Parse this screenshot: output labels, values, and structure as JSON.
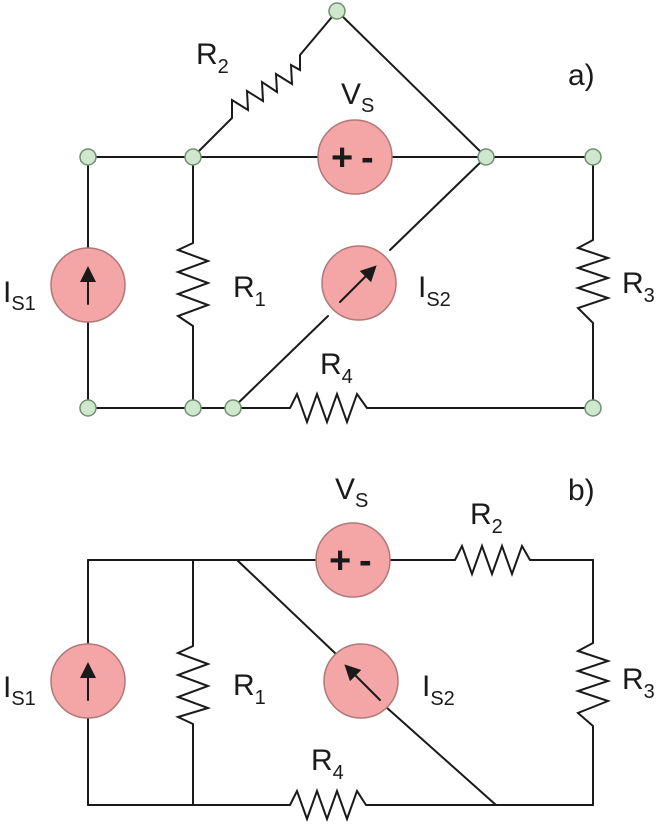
{
  "colors": {
    "wire": "#1a1a1a",
    "node_fill": "#cfe6cf",
    "node_stroke": "#6f8f6f",
    "source_fill": "#f4a6a6",
    "source_stroke": "#b07878"
  },
  "icons": [
    "current-arrow-icon",
    "plus-minus-icon"
  ],
  "labels": {
    "r_main": "R",
    "v_main": "V",
    "i_main": "I",
    "sub_1": "1",
    "sub_2": "2",
    "sub_3": "3",
    "sub_4": "4",
    "sub_s": "S",
    "sub_s1": "S1",
    "sub_s2": "S2",
    "plus": "+",
    "minus": "-"
  },
  "diagrams": [
    {
      "tag": "a)"
    },
    {
      "tag": "b)"
    }
  ]
}
